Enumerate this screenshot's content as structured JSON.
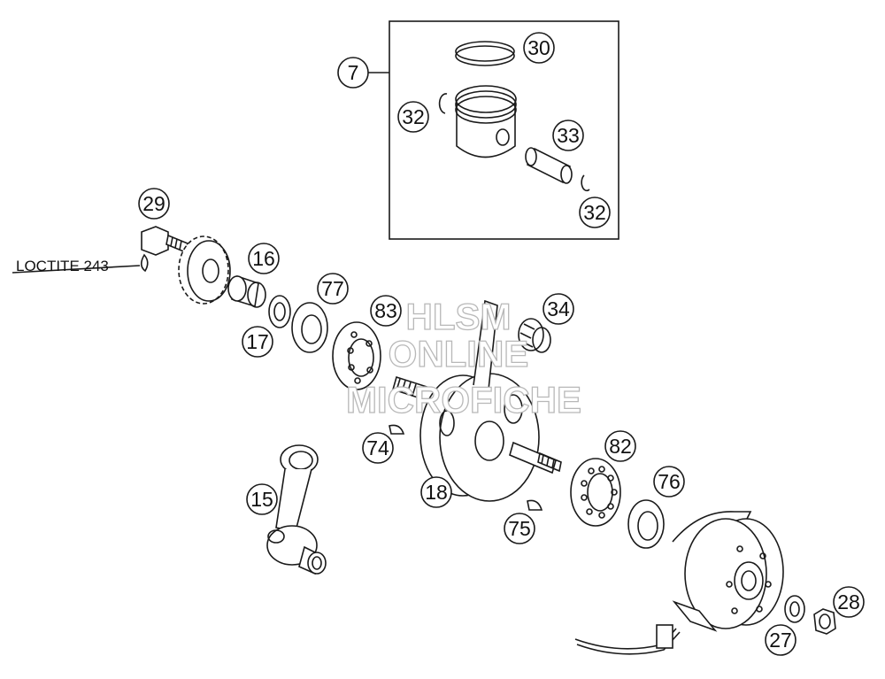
{
  "watermark": {
    "line1": "HLSM",
    "line2": "ONLINE",
    "line3": "MICROFICHE"
  },
  "loctite_label": "LOCTITE 243",
  "callouts": {
    "c7": "7",
    "c30": "30",
    "c32a": "32",
    "c33": "33",
    "c32b": "32",
    "c29": "29",
    "c16": "16",
    "c17": "17",
    "c77": "77",
    "c83": "83",
    "c34": "34",
    "c74": "74",
    "c15": "15",
    "c18": "18",
    "c82": "82",
    "c76": "76",
    "c75": "75",
    "c28": "28",
    "c27": "27"
  }
}
